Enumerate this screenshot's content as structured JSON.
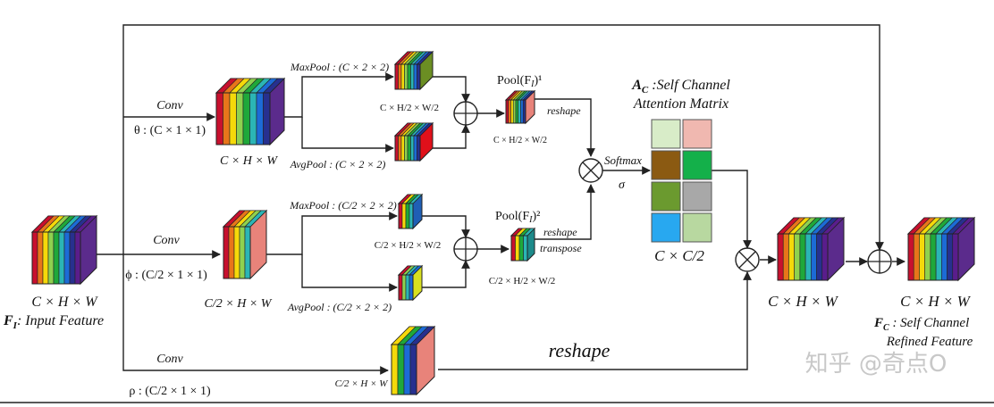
{
  "colors": {
    "stripes": [
      "#c8102e",
      "#e8751a",
      "#f5d90a",
      "#8fd14f",
      "#1fa83a",
      "#2bb5b5",
      "#1c6bd6",
      "#27308f",
      "#5a1d8c"
    ],
    "purple_face": "#5b2b8c",
    "olive": "#6b8e23",
    "red": "#e0101a",
    "salmon": "#e8837a",
    "blue": "#1f5fb5",
    "yellow": "#d8e020",
    "teal": "#1c8a8a",
    "matrix": [
      "#d8ecc8",
      "#f0b8b0",
      "#8b5a12",
      "#14b04a",
      "#6b9a2f",
      "#a8a8a8",
      "#28a8f0",
      "#b8d8a0"
    ]
  },
  "input": {
    "shape": "C × H × W",
    "label": "F",
    "label_sub": "I",
    "label_rest": ": Input Feature"
  },
  "branch_theta": {
    "conv": "Conv",
    "param": "θ : (C × 1 × 1)",
    "shape": "C × H × W",
    "maxpool": "MaxPool : (C × 2 × 2)",
    "avgpool": "AvgPool : (C × 2 × 2)",
    "pooled_shape": "C × H/2 × W/2",
    "pool_label": "Pool(F",
    "pool_sub": "I",
    "pool_sup": ")¹",
    "pool_shape": "C × H/2 × W/2",
    "reshape": "reshape"
  },
  "branch_phi": {
    "conv": "Conv",
    "param": "ϕ : (C/2 × 1 × 1)",
    "shape": "C/2 × H × W",
    "maxpool": "MaxPool : (C/2 × 2 × 2)",
    "avgpool": "AvgPool : (C/2 × 2 × 2)",
    "pooled_shape": "C/2 × H/2 × W/2",
    "pool_label": "Pool(F",
    "pool_sub": "I",
    "pool_sup": ")²",
    "pool_shape": "C/2 × H/2 × W/2",
    "reshape": "reshape",
    "transpose": "transpose"
  },
  "branch_rho": {
    "conv": "Conv",
    "param": "ρ : (C/2 × 1 × 1)",
    "shape": "C/2 × H × W",
    "reshape": "reshape"
  },
  "attention": {
    "title_main": "A",
    "title_sub": "C",
    "title_rest": " :Self Channel",
    "title_line2": "Attention Matrix",
    "softmax": "Softmax",
    "sigma": "σ",
    "shape": "C × C/2"
  },
  "mid_output": {
    "shape": "C × H × W"
  },
  "output": {
    "shape": "C × H × W",
    "label": "F",
    "label_sub": "C",
    "label_rest": " : Self Channel",
    "label_line2": "Refined Feature"
  },
  "watermark": "知乎 @奇点O"
}
